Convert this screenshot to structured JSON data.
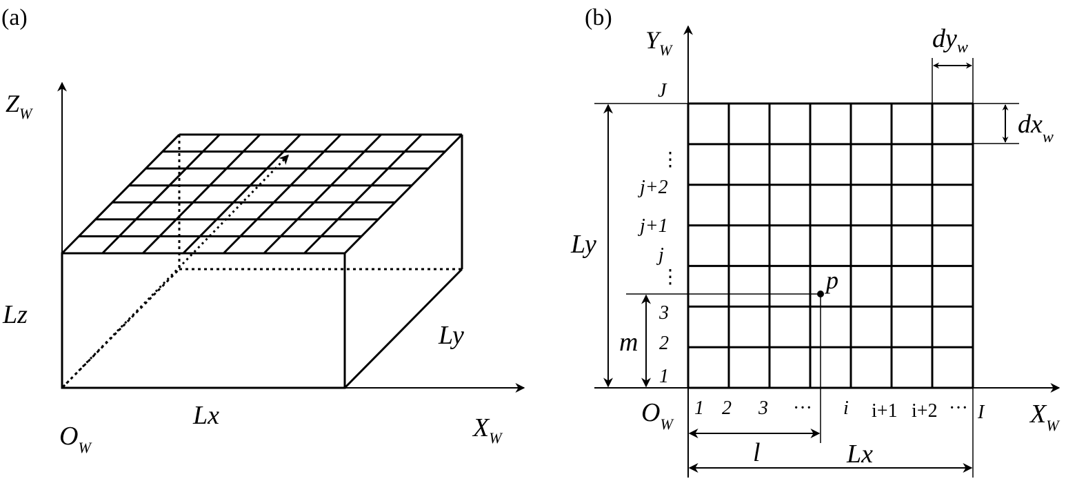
{
  "panel_a": {
    "label": "(a)",
    "axis_x": "X",
    "axis_x_sub": "W",
    "axis_z": "Z",
    "axis_z_sub": "W",
    "origin": "O",
    "origin_sub": "W",
    "dim_x": "Lx",
    "dim_y": "Ly",
    "dim_z": "Lz",
    "grid_cols": 7,
    "grid_rows": 7
  },
  "panel_b": {
    "label": "(b)",
    "axis_x": "X",
    "axis_x_sub": "W",
    "axis_y": "Y",
    "axis_y_sub": "W",
    "origin": "O",
    "origin_sub": "W",
    "dim_x": "Lx",
    "dim_y": "Ly",
    "cell_w": "dy",
    "cell_w_sub": "w",
    "cell_h": "dx",
    "cell_h_sub": "w",
    "point": "p",
    "l_label": "l",
    "m_label": "m",
    "col_labels": [
      "1",
      "2",
      "3",
      "···",
      "i",
      "i+1",
      "i+2",
      "···",
      "I"
    ],
    "row_labels": [
      "1",
      "2",
      "3",
      "⋮",
      "j",
      "j+1",
      "j+2",
      "⋮",
      "J"
    ],
    "grid_cols": 7,
    "grid_rows": 7
  }
}
